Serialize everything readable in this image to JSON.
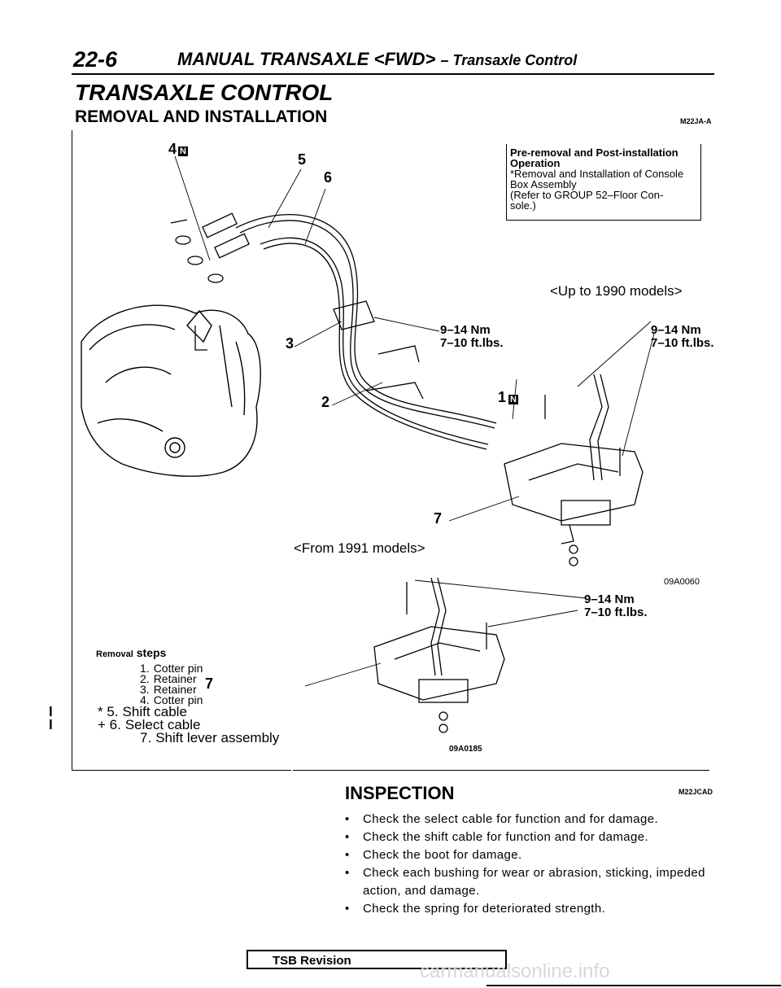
{
  "header": {
    "page_number": "22-6",
    "title": "MANUAL TRANSAXLE <FWD>",
    "subtitle": "– Transaxle Control"
  },
  "section": {
    "title": "TRANSAXLE CONTROL",
    "subtitle": "REMOVAL AND INSTALLATION",
    "code": "M22JA-A"
  },
  "note": {
    "heading": "Pre-removal and Post-installation Operation",
    "line1": "*Removal and Installation of Console",
    "line2": "Box Assembly",
    "line3": "(Refer to GROUP 52–Floor Con-",
    "line4": "sole.)"
  },
  "figure": {
    "up_to_1990": "<Up to 1990 models>",
    "from_1991": "<From 1991 models>",
    "code_top": "09A0060",
    "code_bottom": "09A0185",
    "torque_nm": "9–14 Nm",
    "torque_ftlbs": "7–10 ft.lbs.",
    "callouts": {
      "c1": "1",
      "c2": "2",
      "c3": "3",
      "c4": "4",
      "c5": "5",
      "c6": "6",
      "c7": "7",
      "n_badge": "N"
    }
  },
  "removal_steps": {
    "heading_a": "Removal",
    "heading_b": "steps",
    "items": [
      {
        "mark": "",
        "num": "1.",
        "text": "Cotter pin"
      },
      {
        "mark": "",
        "num": "2.",
        "text": "Retainer"
      },
      {
        "mark": "",
        "num": "3.",
        "text": "Retainer"
      },
      {
        "mark": "",
        "num": "4.",
        "text": "Cotter pin"
      },
      {
        "mark": "l",
        "num": "* 5.",
        "text": "Shift cable"
      },
      {
        "mark": "l",
        "num": "+ 6.",
        "text": "Select cable"
      },
      {
        "mark": "",
        "num": "7.",
        "text": "Shift lever assembly"
      }
    ]
  },
  "inspection": {
    "title": "INSPECTION",
    "code": "M22JCAD",
    "items": [
      "Check the select cable for function and for damage.",
      "Check the shift cable for function and for damage.",
      "Check the boot for damage.",
      "Check each bushing for wear or abrasion, sticking, impeded action, and damage.",
      "Check the spring for deteriorated strength."
    ]
  },
  "footer": {
    "tsb": "TSB Revision",
    "watermark": "carmanualsonline.info"
  }
}
